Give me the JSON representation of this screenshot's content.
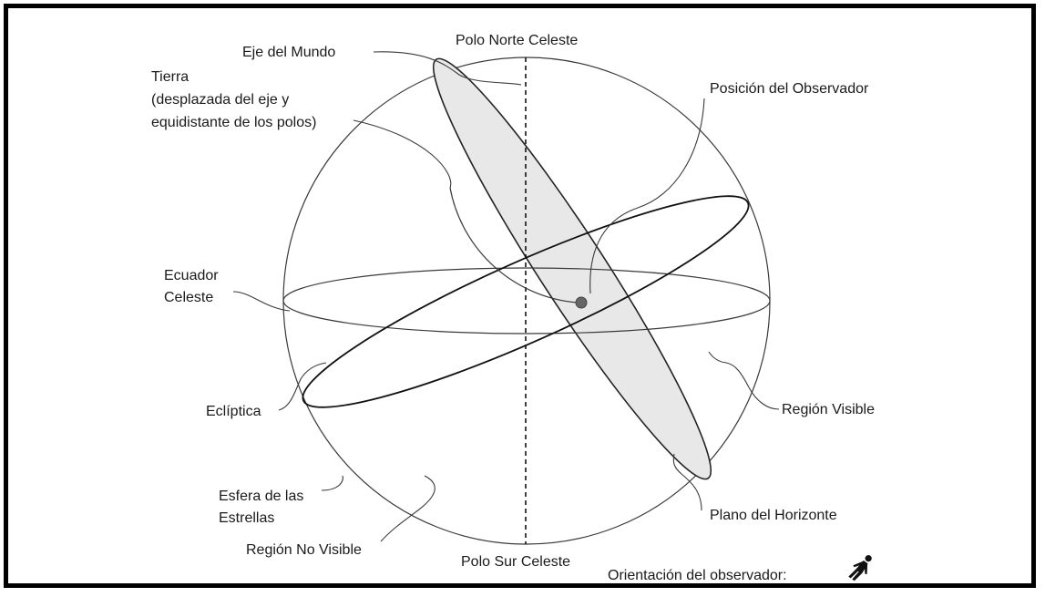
{
  "labels": {
    "polo_norte": "Polo Norte Celeste",
    "polo_sur": "Polo Sur Celeste",
    "eje_mundo": "Eje  del Mundo",
    "tierra_1": "Tierra",
    "tierra_2": "(desplazada del eje y",
    "tierra_3": "equidistante de los polos)",
    "posicion_observador": "Posición del Observador",
    "ecuador_1": "Ecuador",
    "ecuador_2": "Celeste",
    "ecliptica": "Eclíptica",
    "region_visible": "Región Visible",
    "esfera_1": "Esfera de las",
    "esfera_2": "Estrellas",
    "region_no_visible": "Región No Visible",
    "plano_horizonte": "Plano del Horizonte",
    "orientacion": "Orientación del observador:"
  },
  "icons": {
    "observer": "observer-figure-icon"
  },
  "colors": {
    "frame": "#000000",
    "horizon_fill": "#e8e8e8",
    "observer_dot": "#666666"
  }
}
